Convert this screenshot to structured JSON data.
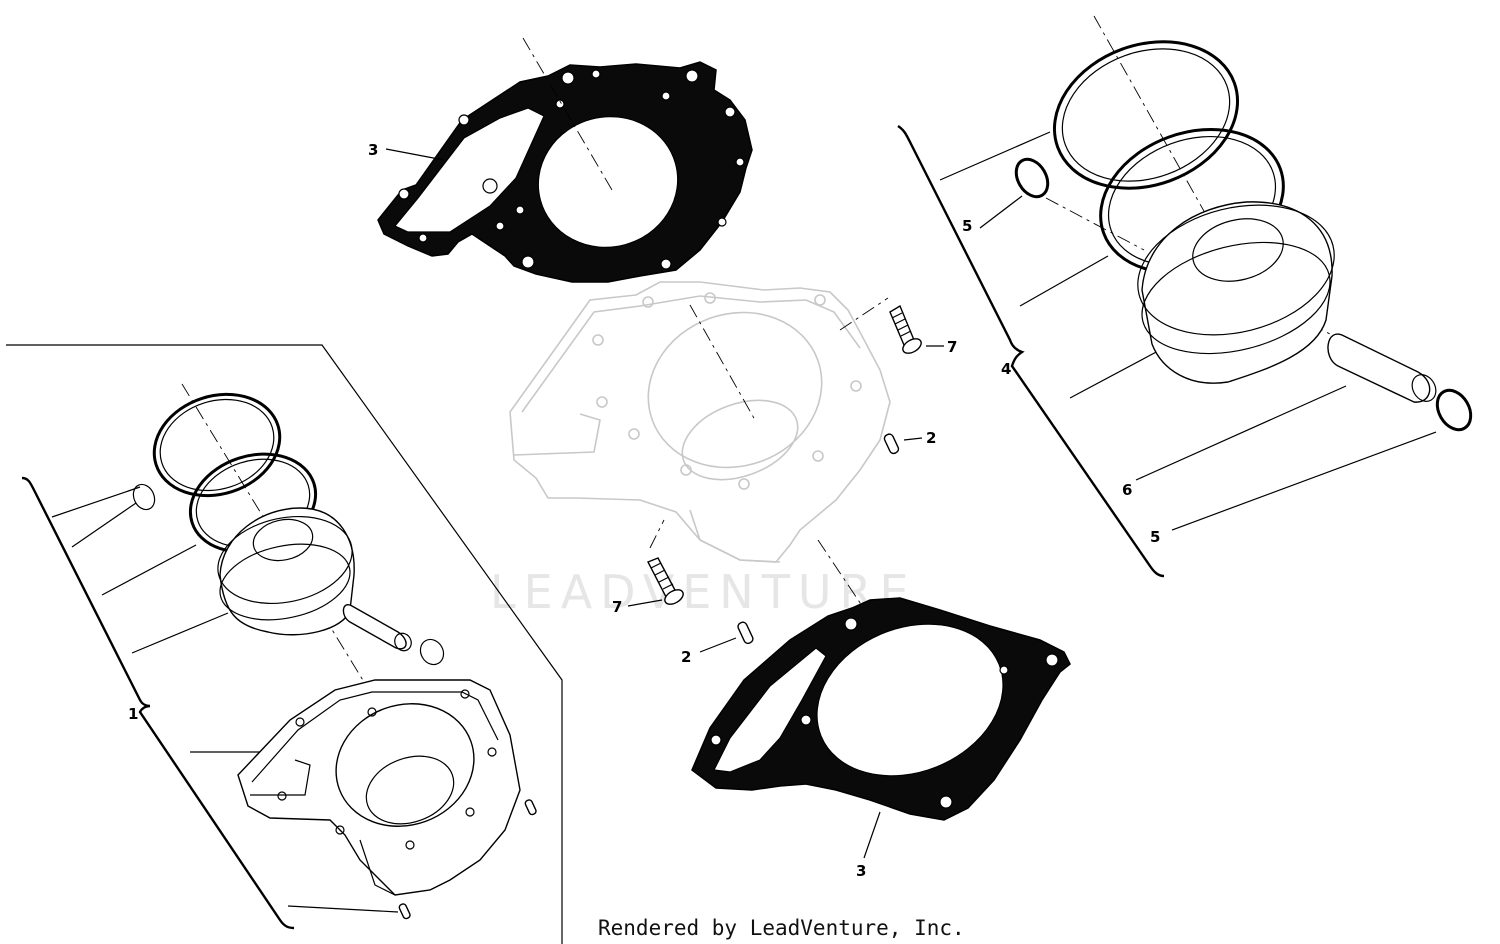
{
  "callouts": {
    "c1": "1",
    "c2_top": "2",
    "c2_bottom": "2",
    "c3_top": "3",
    "c3_bottom": "3",
    "c4": "4",
    "c5_top": "5",
    "c5_bottom": "5",
    "c6": "6",
    "c7_top": "7",
    "c7_bottom": "7"
  },
  "watermark": "LEADVENTURE",
  "footer": "Rendered by LeadVenture, Inc.",
  "colors": {
    "ink": "#000000",
    "background": "#ffffff",
    "watermark": "#e6e6e6",
    "ghost_cylinder": "#c8c8c8"
  }
}
